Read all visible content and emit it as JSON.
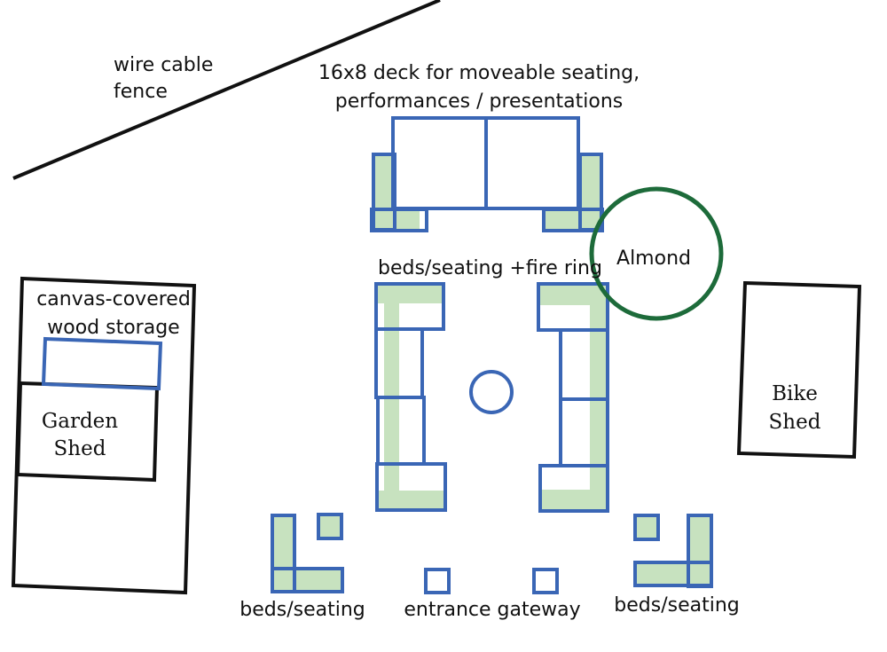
{
  "labels": {
    "fence_line1": "wire cable",
    "fence_line2": "fence",
    "deck_line1": "16x8 deck for moveable seating,",
    "deck_line2": "performances / presentations",
    "center_label": "beds/seating +fire ring",
    "almond": "Almond",
    "storage_line1": "canvas-covered",
    "storage_line2": "wood storage",
    "garden_line1": "Garden",
    "garden_line2": "Shed",
    "bike_line1": "Bike",
    "bike_line2": "Shed",
    "beds_left": "beds/seating",
    "entrance": "entrance gateway",
    "beds_right": "beds/seating"
  },
  "colors": {
    "structure": "#111111",
    "bed_outline": "#3a66b5",
    "planting": "#c7e2bf",
    "tree": "#1d6b3a"
  }
}
